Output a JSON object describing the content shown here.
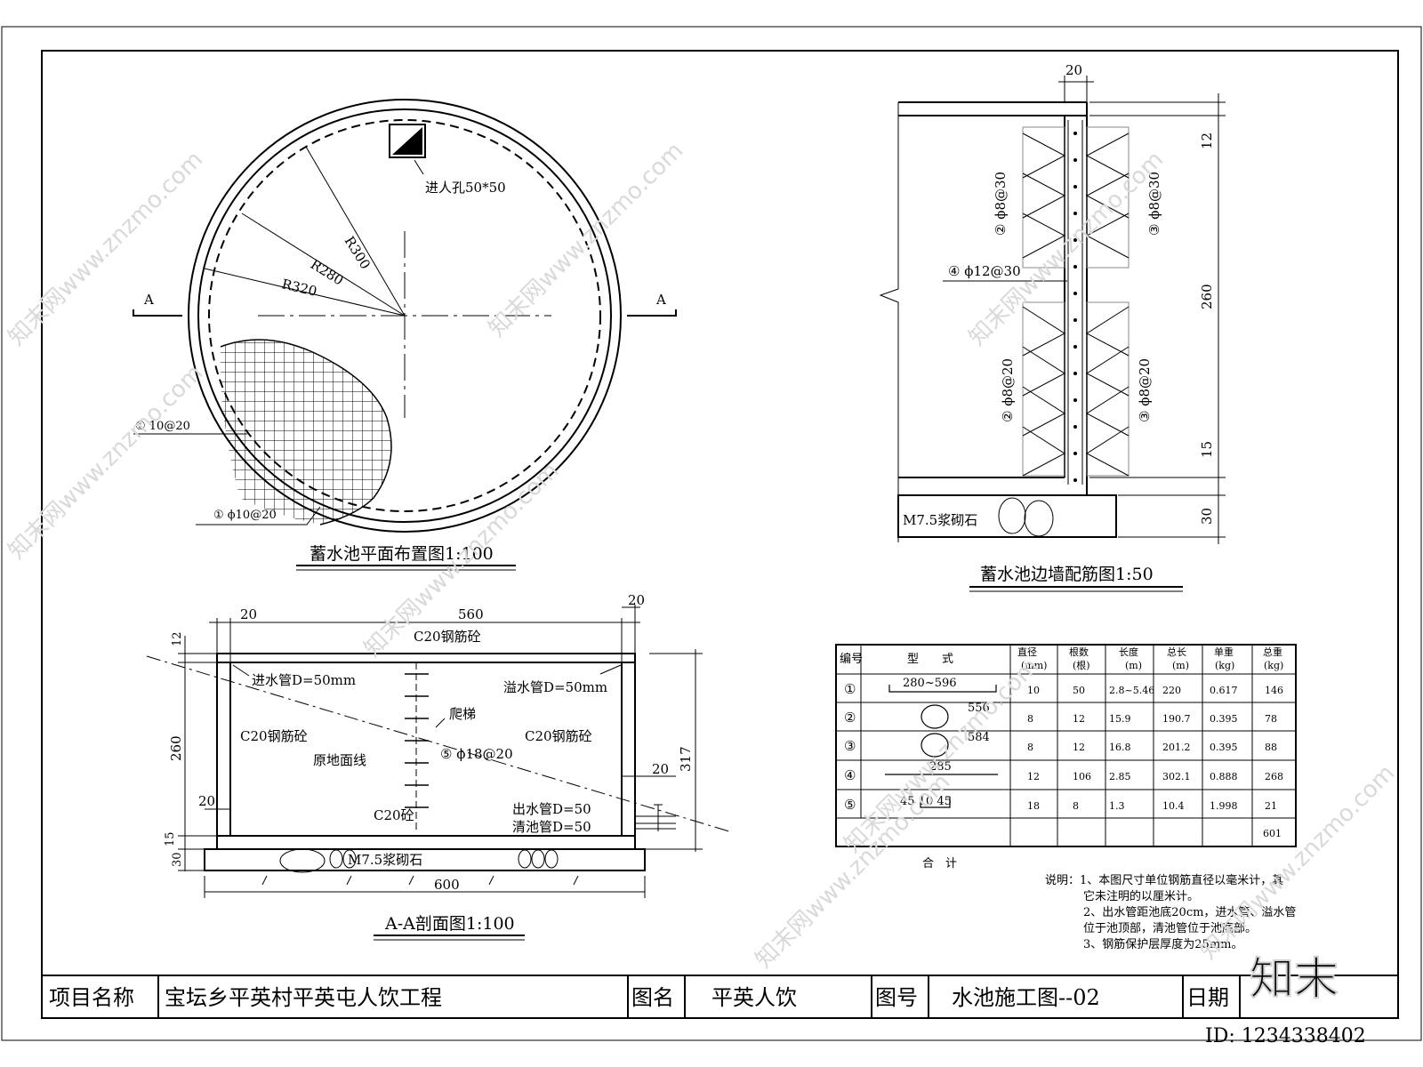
{
  "plan": {
    "title": "蓄水池平面布置图1:100",
    "manhole": "进人孔50*50",
    "r300": "R300",
    "r280": "R280",
    "r320": "R320",
    "sec_a_left": "A",
    "sec_a_right": "A",
    "rebar1_top": "① 10@20",
    "rebar1_bottom": "① ϕ10@20"
  },
  "wall": {
    "title": "蓄水池边墙配筋图1:50",
    "dim_top": "20",
    "dim_12": "12",
    "dim_260": "260",
    "dim_15": "15",
    "dim_30": "30",
    "rebar2_upper": "② ϕ8@30",
    "rebar3_upper": "③ ϕ8@30",
    "rebar4": "④ ϕ12@30",
    "rebar2_lower": "② ϕ8@20",
    "rebar3_lower": "③ ϕ8@20",
    "base": "M7.5浆砌石"
  },
  "section": {
    "title": "A-A剖面图1:100",
    "dim_20_left": "20",
    "dim_560": "560",
    "dim_20_right": "20",
    "dim_12": "12",
    "dim_260": "260",
    "dim_20_mid": "20",
    "dim_15": "15",
    "dim_30": "30",
    "dim_317": "317",
    "dim_20_side": "20",
    "dim_600": "600",
    "top_slab": "C20钢筋砼",
    "inlet": "进水管D=50mm",
    "overflow": "溢水管D=50mm",
    "ladder": "爬梯",
    "wall_left": "C20钢筋砼",
    "wall_right": "C20钢筋砼",
    "ground": "原地面线",
    "rebar5": "⑤ ϕ18@20",
    "floor": "C20砼",
    "outlet": "出水管D=50",
    "clean": "清池管D=50",
    "base": "M7.5浆砌石"
  },
  "table": {
    "headers": [
      "编号",
      "型　　式",
      "直径\n(mm)",
      "根数\n(根)",
      "长度\n(m)",
      "总长\n(m)",
      "单重\n(kg)",
      "总重\n(kg)"
    ],
    "rows": [
      {
        "no": "①",
        "shape": "280~596",
        "dia": "10",
        "count": "50",
        "len": "2.8~5.46",
        "total": "220",
        "unit": "0.617",
        "weight": "146"
      },
      {
        "no": "②",
        "shape": "556",
        "dia": "8",
        "count": "12",
        "len": "15.9",
        "total": "190.7",
        "unit": "0.395",
        "weight": "78"
      },
      {
        "no": "③",
        "shape": "584",
        "dia": "8",
        "count": "12",
        "len": "16.8",
        "total": "201.2",
        "unit": "0.395",
        "weight": "88"
      },
      {
        "no": "④",
        "shape": "285",
        "dia": "12",
        "count": "106",
        "len": "2.85",
        "total": "302.1",
        "unit": "0.888",
        "weight": "268"
      },
      {
        "no": "⑤",
        "shape": "45 10 45",
        "dia": "18",
        "count": "8",
        "len": "1.3",
        "total": "10.4",
        "unit": "1.998",
        "weight": "21"
      }
    ],
    "sum_label": "合　计",
    "sum_value": "601"
  },
  "notes": [
    "说明：1、本图尺寸单位钢筋直径以毫米计，其",
    "它未注明的以厘米计。",
    "2、出水管距池底20cm，进水管、溢水管",
    "位于池顶部，清池管位于池底部。",
    "3、钢筋保护层厚度为25mm。"
  ],
  "title_block": {
    "project_label": "项目名称",
    "project_value": "宝坛乡平英村平英屯人饮工程",
    "drawing_label": "图名",
    "drawing_value": "平英人饮",
    "number_label": "图号",
    "number_value": "水池施工图--02",
    "date_label": "日期",
    "date_value": ""
  },
  "watermark": {
    "site": "知末网www.znzmo.com",
    "logo": "知末",
    "id": "ID: 1234338402"
  }
}
